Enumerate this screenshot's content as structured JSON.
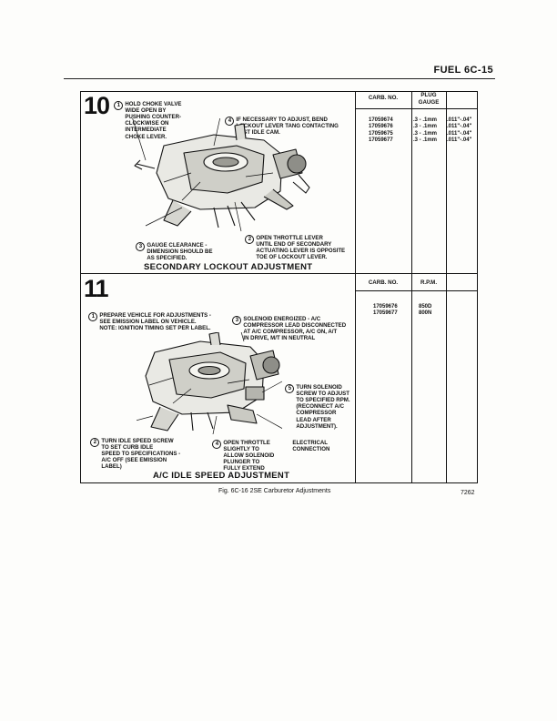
{
  "page_header": "FUEL  6C-15",
  "panel10": {
    "number": "10",
    "notes": [
      {
        "num": "1",
        "lines": [
          "HOLD CHOKE VALVE",
          "WIDE OPEN BY",
          "PUSHING COUNTER-",
          "CLOCKWISE ON",
          "INTERMEDIATE",
          "CHOKE LEVER."
        ]
      },
      {
        "num": "4",
        "lines": [
          "IF NECESSARY TO ADJUST, BEND",
          "LOCKOUT LEVER TANG CONTACTING",
          "FAST IDLE CAM."
        ]
      },
      {
        "num": "3",
        "lines": [
          "GAUGE CLEARANCE -",
          "DIMENSION SHOULD BE",
          "AS SPECIFIED."
        ]
      },
      {
        "num": "2",
        "lines": [
          "OPEN THROTTLE LEVER",
          "UNTIL END OF SECONDARY",
          "ACTUATING LEVER IS OPPOSITE",
          "TOE OF LOCKOUT LEVER."
        ]
      }
    ],
    "title": "SECONDARY LOCKOUT ADJUSTMENT",
    "table": {
      "headers": [
        "CARB. NO.",
        "PLUG\nGAUGE",
        ""
      ],
      "rows": [
        [
          "17059674",
          ".3 - .1mm",
          ".011\"-.04\""
        ],
        [
          "17059676",
          ".3 - .1mm",
          ".011\"-.04\""
        ],
        [
          "17059675",
          ".3 - .1mm",
          ".011\"-.04\""
        ],
        [
          "17059677",
          ".3 - .1mm",
          ".011\"-.04\""
        ]
      ]
    }
  },
  "panel11": {
    "number": "11",
    "notes": [
      {
        "num": "1",
        "lines": [
          "PREPARE VEHICLE FOR ADJUSTMENTS -",
          "SEE EMISSION LABEL ON VEHICLE.",
          "NOTE: IGNITION TIMING SET PER LABEL."
        ]
      },
      {
        "num": "3",
        "lines": [
          "SOLENOID ENERGIZED - A/C",
          "COMPRESSOR LEAD DISCONNECTED",
          "AT A/C COMPRESSOR, A/C ON, A/T",
          "IN DRIVE, M/T IN NEUTRAL"
        ]
      },
      {
        "num": "5",
        "lines": [
          "TURN SOLENOID",
          "SCREW TO ADJUST",
          "TO SPECIFIED RPM.",
          "(RECONNECT A/C",
          "COMPRESSOR",
          "LEAD AFTER",
          "ADJUSTMENT)."
        ]
      },
      {
        "num": "",
        "lines": [
          "ELECTRICAL",
          "CONNECTION"
        ]
      },
      {
        "num": "2",
        "lines": [
          "TURN IDLE SPEED SCREW",
          "TO SET CURB IDLE",
          "SPEED TO SPECIFICATIONS -",
          "A/C OFF (SEE EMISSION",
          "LABEL)"
        ]
      },
      {
        "num": "4",
        "lines": [
          "OPEN THROTTLE",
          "SLIGHTLY TO",
          "ALLOW SOLENOID",
          "PLUNGER TO",
          "FULLY EXTEND"
        ]
      }
    ],
    "title": "A/C IDLE SPEED ADJUSTMENT",
    "table": {
      "headers": [
        "CARB. NO.",
        "R.P.M.",
        ""
      ],
      "rows": [
        [
          "17059676",
          "850D"
        ],
        [
          "17059677",
          "800N"
        ]
      ]
    }
  },
  "figure_caption": "Fig. 6C-16 2SE Carburetor Adjustments",
  "figure_id": "7262"
}
